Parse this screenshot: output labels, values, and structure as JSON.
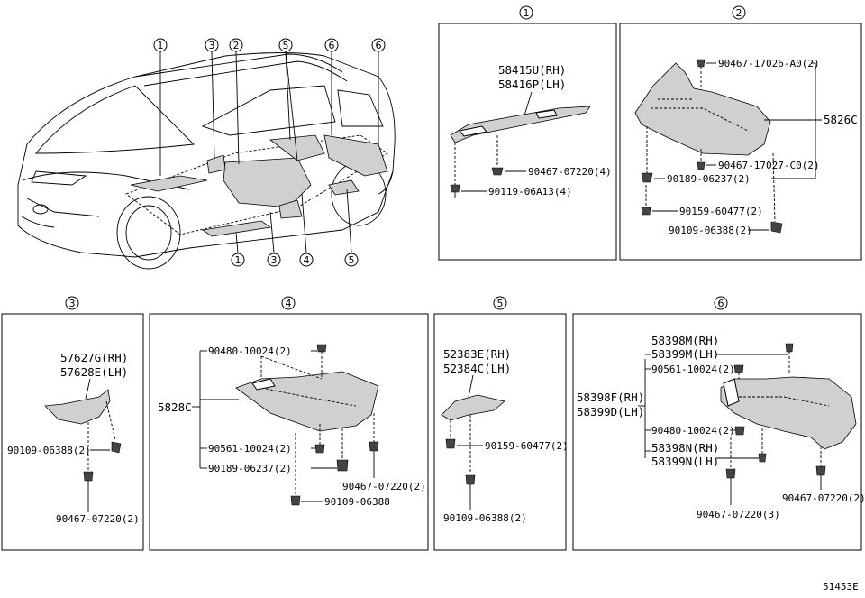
{
  "markers": {
    "m1": "1",
    "m2": "2",
    "m3": "3",
    "m4": "4",
    "m5": "5",
    "m6": "6"
  },
  "panel1": {
    "part_a": "58415U(RH)",
    "part_b": "58416P(LH)",
    "clip": "90467-07220(4)",
    "bolt": "90119-06A13(4)"
  },
  "panel2": {
    "main": "5826C",
    "clip_a": "90467-17026-A0(2)",
    "clip_b": "90467-17027-C0(2)",
    "nut": "90189-06237(2)",
    "bolt": "90159-60477(2)",
    "screw": "90109-06388(2)"
  },
  "panel3": {
    "part_a": "57627G(RH)",
    "part_b": "57628E(LH)",
    "screw": "90109-06388(2)",
    "clip": "90467-07220(2)"
  },
  "panel4": {
    "main": "5828C",
    "p1": "90480-10024(2)",
    "p2": "90561-10024(2)",
    "p3": "90189-06237(2)",
    "p4": "90467-07220(2)",
    "p5": "90109-06388"
  },
  "panel5": {
    "part_a": "52383E(RH)",
    "part_b": "52384C(LH)",
    "bolt": "90159-60477(2)",
    "screw": "90109-06388(2)"
  },
  "panel6": {
    "top_a": "58398M(RH)",
    "top_b": "58399M(LH)",
    "main_a": "58398F(RH)",
    "main_b": "58399D(LH)",
    "p1": "90561-10024(2)",
    "p2": "90480-10024(2)",
    "bot_a": "58398N(RH)",
    "bot_b": "58399N(LH)",
    "clip_a": "90467-07220(3)",
    "clip_b": "90467-07220(2)"
  },
  "footer": {
    "code": "51453E"
  }
}
